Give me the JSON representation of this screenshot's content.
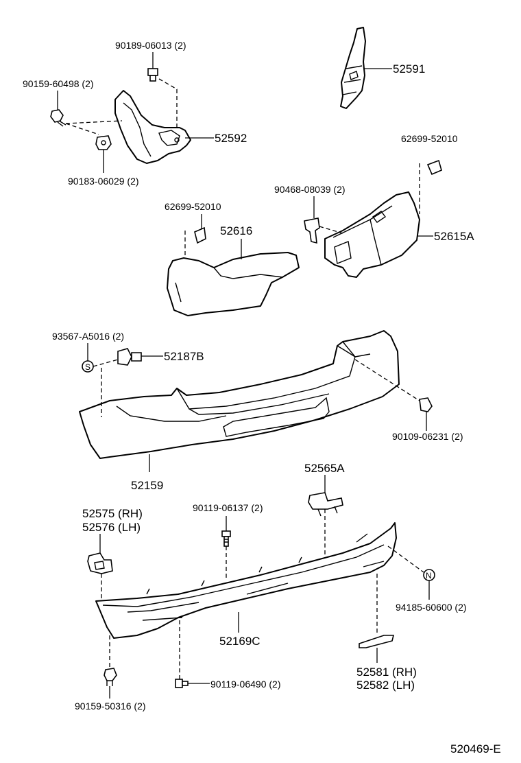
{
  "diagram_id": "520469-E",
  "callouts": {
    "c90189": "90189-06013 (2)",
    "c90159a": "90159-60498 (2)",
    "c52591": "52591",
    "c52592": "52592",
    "c90183": "90183-06029 (2)",
    "c62699r": "62699-52010",
    "c90468": "90468-08039 (2)",
    "c62699l": "62699-52010",
    "c52616": "52616",
    "c52615": "52615A",
    "c93567": "93567-A5016 (2)",
    "c52187": "52187B",
    "c90109": "90109-06231 (2)",
    "c52159": "52159",
    "c52565": "52565A",
    "c52575": "52575 (RH)",
    "c52576": "52576 (LH)",
    "c90119a": "90119-06137 (2)",
    "c94185": "94185-60600 (2)",
    "c52169": "52169C",
    "c52581": "52581 (RH)",
    "c52582": "52582 (LH)",
    "c90119b": "90119-06490 (2)",
    "c90159b": "90159-50316 (2)"
  },
  "markers": {
    "s": "S",
    "n": "N"
  }
}
